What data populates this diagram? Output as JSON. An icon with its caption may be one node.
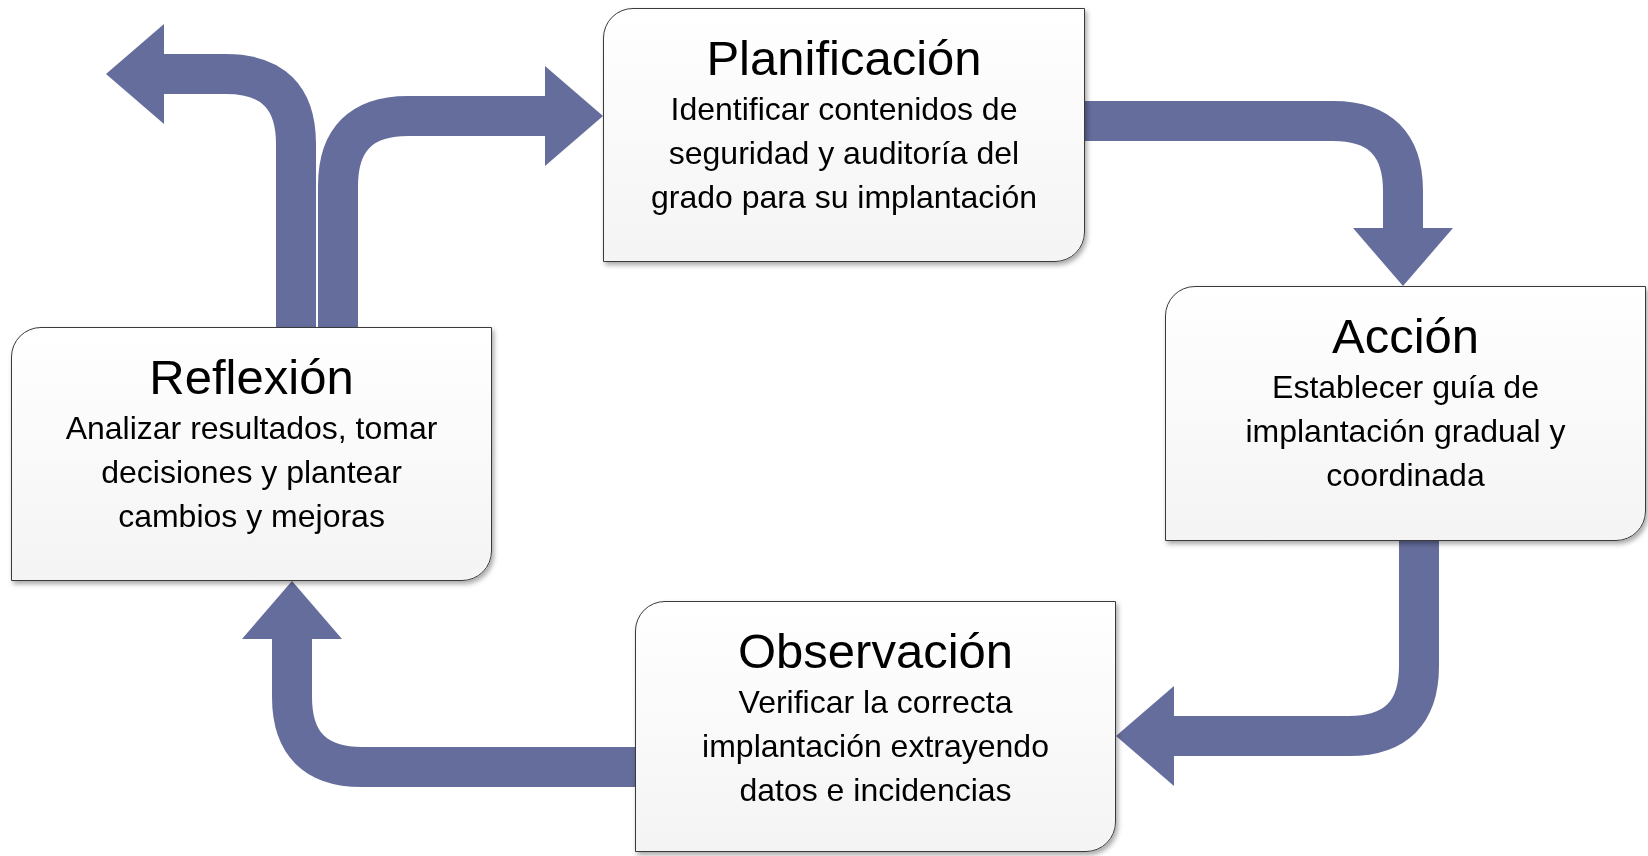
{
  "diagram": {
    "nodes": [
      {
        "text": [
          "Planificación",
          "Identificar contenidos de seguridad y auditoría del grado para su implantación"
        ]
      },
      {
        "text": [
          "Acción",
          "Establecer guía de implantación gradual y coordinada"
        ]
      },
      {
        "text": [
          "Reflexión",
          "Analizar resultados, tomar decisiones y plantear cambios y mejoras"
        ]
      },
      {
        "text": [
          "Observación",
          "Verificar la correcta implantación extrayendo datos e incidencias"
        ]
      }
    ],
    "edges": [
      {
        "from": 2,
        "to": 0,
        "arrow": "to"
      },
      {
        "from": 2,
        "to": null,
        "arrow": "to"
      },
      {
        "from": 0,
        "to": 1,
        "arrow": "to"
      },
      {
        "from": 1,
        "to": 3,
        "arrow": "to"
      },
      {
        "from": 3,
        "to": 2,
        "arrow": "to"
      }
    ]
  }
}
